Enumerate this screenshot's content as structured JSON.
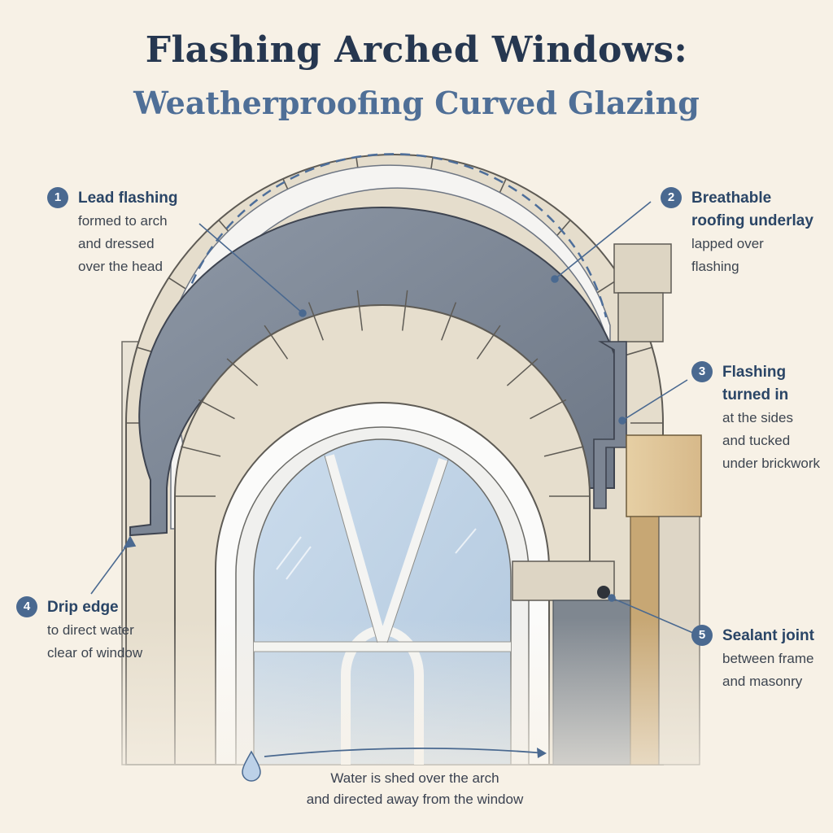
{
  "title": "Flashing Arched Windows:",
  "subtitle": "Weatherproofing Curved Glazing",
  "callouts": [
    {
      "number": "1",
      "heading": "Lead flashing",
      "lines": [
        "formed to arch",
        "and dressed",
        "over the head"
      ]
    },
    {
      "number": "2",
      "heading": "Breathable",
      "heading2": "roofing underlay",
      "lines": [
        "lapped over",
        "flashing"
      ]
    },
    {
      "number": "3",
      "heading": "Flashing",
      "heading2": "turned in",
      "lines": [
        "at the sides",
        "and tucked",
        "under brickwork"
      ]
    },
    {
      "number": "4",
      "heading": "Drip edge",
      "lines": [
        "to direct water",
        "clear of window"
      ]
    },
    {
      "number": "5",
      "heading": "Sealant joint",
      "lines": [
        "between frame",
        "and masonry"
      ]
    }
  ],
  "footer": {
    "line1": "Water is shed over the arch",
    "line2": "and directed away from the window"
  },
  "colors": {
    "accent": "#4a6990",
    "title": "#263750",
    "subtitle": "#4f6f97",
    "background": "#f7f1e6"
  }
}
